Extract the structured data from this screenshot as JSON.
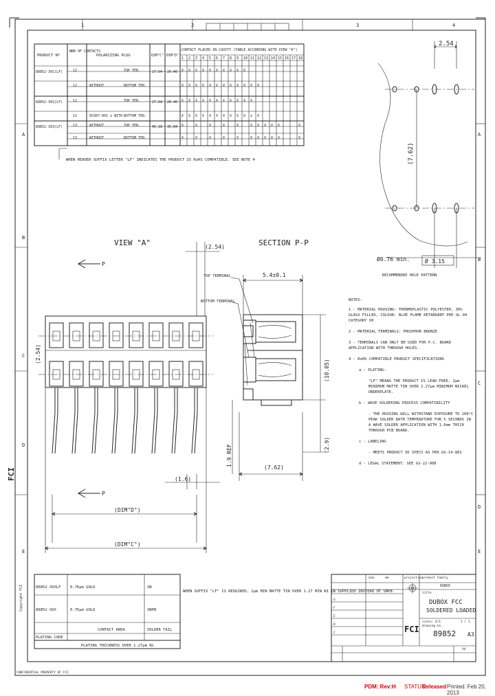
{
  "frame": {
    "top_zones": [
      "1",
      "2",
      "3",
      "4"
    ],
    "side_zones": [
      "A",
      "B",
      "C",
      "D",
      "E"
    ]
  },
  "product_table": {
    "headers": {
      "product": "PRODUCT Nº",
      "contacts": "NBR OF CONTACTS",
      "polarizing": "POLARIZING PLUG",
      "dim_c": "DIM\"C\"",
      "dim_d": "DIM\"D\"",
      "contact_title": "CONTACT PLACED IN CAVITY (TABLE ACCORDING WITH VIEW \"A\")"
    },
    "cavity_numbers": [
      "1",
      "2",
      "3",
      "4",
      "5",
      "6",
      "7",
      "8",
      "9",
      "10",
      "11",
      "12",
      "13",
      "14",
      "15",
      "16",
      "17",
      "18"
    ],
    "rows": [
      {
        "product": "89852-301(LF)",
        "contacts": "12",
        "polarizing": "",
        "terminal": "TOP TER.",
        "dim_c": "27.64",
        "dim_d": "20.40",
        "marks": [
          "X",
          "X",
          "X",
          "X",
          "X",
          "X",
          "X",
          "X",
          "X",
          "X",
          "",
          "",
          "",
          "",
          "",
          "",
          "",
          ""
        ]
      },
      {
        "product": "",
        "contacts": "12",
        "polarizing": "WITHOUT",
        "terminal": "BOTTOM TER.",
        "dim_c": "",
        "dim_d": "",
        "marks": [
          "X",
          "X",
          "X",
          "X",
          "X",
          "X",
          "X",
          "X",
          "X",
          "X",
          "X",
          "X",
          "",
          "",
          "",
          "",
          "",
          ""
        ]
      },
      {
        "product": "89852-302(LF)",
        "contacts": "12",
        "polarizing": "",
        "terminal": "TOP TER.",
        "dim_c": "27.64",
        "dim_d": "20.40",
        "marks": [
          "X",
          "X",
          "X",
          "X",
          "X",
          "X",
          "X",
          "X",
          "X",
          "X",
          "X",
          "",
          "",
          "",
          "",
          "",
          "",
          ""
        ]
      },
      {
        "product": "",
        "contacts": "11",
        "polarizing": "65307-001 ⊙ WITH",
        "terminal": "BOTTOM TER.",
        "dim_c": "",
        "dim_d": "",
        "marks": [
          "X",
          "X",
          "X",
          "X",
          "X",
          "X",
          "X",
          "X",
          "X",
          "X",
          "⊙",
          "X",
          "",
          "",
          "",
          "",
          "",
          ""
        ]
      },
      {
        "product": "89852-303(LF)",
        "contacts": "13",
        "polarizing": "WITHOUT",
        "terminal": "TOP TER.",
        "dim_c": "45.18",
        "dim_d": "35.84",
        "marks": [
          "X",
          "",
          "X",
          "",
          "X",
          "",
          "X",
          "",
          "X",
          "",
          "X",
          "X",
          "X",
          "X",
          "X",
          "",
          "",
          "X"
        ]
      },
      {
        "product": "",
        "contacts": "13",
        "polarizing": "WITHOUT",
        "terminal": "BOTTOM TER.",
        "dim_c": "",
        "dim_d": "",
        "marks": [
          "X",
          "",
          "X",
          "",
          "X",
          "",
          "X",
          "",
          "X",
          "",
          "X",
          "X",
          "X",
          "X",
          "X",
          "",
          "",
          "X"
        ]
      }
    ],
    "note": "WHEN HEADER SUFFIX LETTER \"LF\" INDICATES THE PRODUCT IS RoHS COMPATIBLE. SEE NOTE 4"
  },
  "view_a": {
    "title": "VIEW \"A\"",
    "dim_pitch": "(2.54)",
    "dim_row": "(2.54)",
    "dim_side": "(1.6)",
    "dim_d": "(DIM\"D\")",
    "dim_c": "(DIM\"C\")",
    "arrow_label": "P"
  },
  "section_p": {
    "title": "SECTION P-P",
    "top_terminal": "TOP TERMINAL",
    "bottom_terminal": "BOTTOM TERMINAL",
    "dim_width": "5.4±0.1",
    "dim_height": "(10.05)",
    "dim_inner": "(2.9)",
    "dim_body": "(7.62)",
    "dim_ref": "1.9 REF"
  },
  "hole_pattern": {
    "title": "RECOMMENDED HOLE PATTERN",
    "pitch": "2.54",
    "row_spacing": "(7.62)",
    "hole_dia": "Ø0.76 min.",
    "plate": "Ø 3.15"
  },
  "notes": {
    "title": "NOTES:",
    "items": [
      "1 - MATERIAL HOUSING: THERMOPLASTIC POLYESTER, 30% GLASS FILLED, COLOUR: BLUE FLAME RETARDANT PER UL-94 CATEGORY V0",
      "2 - MATERIAL TERMINALS: PHOSPHOR BRONZE",
      "3 - TERMINALS CAN ONLY BE USED FOR P.C. BOARD APPLICATION WITH THROUGH HOLES.",
      "4 - RoHS COMPATIBLE PRODUCT SPECIFICATIONS",
      "a - PLATING:",
      "\"LF\" MEANS THE PRODUCT IS LEAD-FREE, 2μm MINIMUM MATTE TIN OVER 1.27μm MINIMUM NICKEL UNDERPLATE.",
      "b - WAVE-SOLDERING PROCESS COMPATIBILITY",
      "- THE HOUSING WILL WITHSTAND EXPOSURE TO 260°C PEAK SOLDER BATH TEMPERATURE FOR 5 SECONDS IN A WAVE SOLDER APPLICATION WITH 1.6mm THICK THROUGH PCB BOARD.",
      "c - LABELING",
      "- MEETS PRODUCT ID SPECS AS PER GS-14-802",
      "d - LEGAL STATEMENT: SEE GS-22-008"
    ]
  },
  "plating_table": {
    "rows": [
      {
        "code": "89852-3XXLF",
        "area": "0.76μm GOLD",
        "tail": "SN"
      },
      {
        "code": "89852-3XX",
        "area": "0.76μm GOLD",
        "tail": "SNPB"
      }
    ],
    "head_code": "PLATING CODE",
    "head_area": "CONTACT AREA",
    "head_tail": "SOLDER TAIL",
    "footer": "PLATING THICKNESS OVER 1.27μm Ni"
  },
  "plating_note": "WHEN SUFFIX \"LF\" IS REQUIRED, 2μm MIN MATTE TIN OVER 1.27 MIN NI IS SUPPLIED INSTEAD OF SNPB.",
  "title_block": {
    "product_family_label": "product family",
    "product_family": "DUBOX",
    "title_label": "title",
    "title_line1": "DUBOX FCC",
    "title_line2": "SOLDERED LOADED",
    "scale": "scale: 4/1",
    "format": "A3",
    "size": "A4",
    "drawing_no": "89852",
    "drawing_no_label": "drawing no.",
    "company": "FCI",
    "projection": "projection",
    "dim_label": "dim.",
    "mm": "mm",
    "sheet": "1 / 1",
    "revisions": [
      "H",
      "G",
      "F",
      "E",
      "D",
      "C"
    ]
  },
  "margins": {
    "logo": "FCI",
    "left_text": "Copyright FCI",
    "bottom_left": "CONFIDENTIAL PROPERTY OF FCI"
  },
  "status_bar": {
    "pdm": "PDM: Rev:H",
    "status_label": "STATUS:",
    "status": "Released",
    "printed": "Printed: Feb 20, 2013"
  }
}
